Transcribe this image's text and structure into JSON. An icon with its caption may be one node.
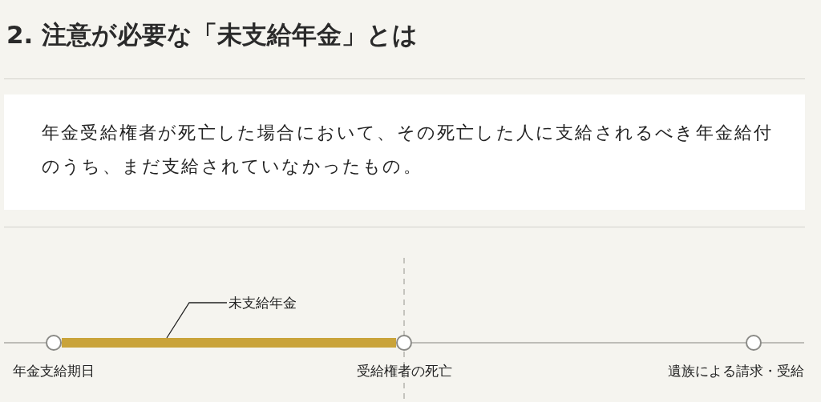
{
  "diagram": {
    "title": "2. 注意が必要な「未支給年金」とは",
    "nodes": [
      {
        "text": [
          "年金受給権者が死亡した場合において、その死亡した人に支給されるべき年金給付のうち、まだ支給されていなかったもの。"
        ]
      },
      {
        "text": [
          "未支給年金"
        ]
      },
      {
        "text": [],
        "shape": "circle",
        "beside": [
          "年金支給期日"
        ]
      },
      {
        "text": [],
        "shape": "circle",
        "beside": [
          "受給権者の死亡"
        ]
      },
      {
        "text": [],
        "shape": "circle",
        "beside": [
          "遺族による請求・受給"
        ]
      }
    ],
    "edges": [
      {
        "from": null,
        "to": 2,
        "arrow": "none"
      },
      {
        "from": 2,
        "to": 3,
        "arrow": "none",
        "style": "thick",
        "color": "#c9a33a"
      },
      {
        "from": 3,
        "to": 4,
        "arrow": "none"
      },
      {
        "from": 4,
        "to": null,
        "arrow": "none"
      },
      {
        "from": 1,
        "to": null,
        "arrow": "none",
        "color": "#222222"
      }
    ]
  }
}
